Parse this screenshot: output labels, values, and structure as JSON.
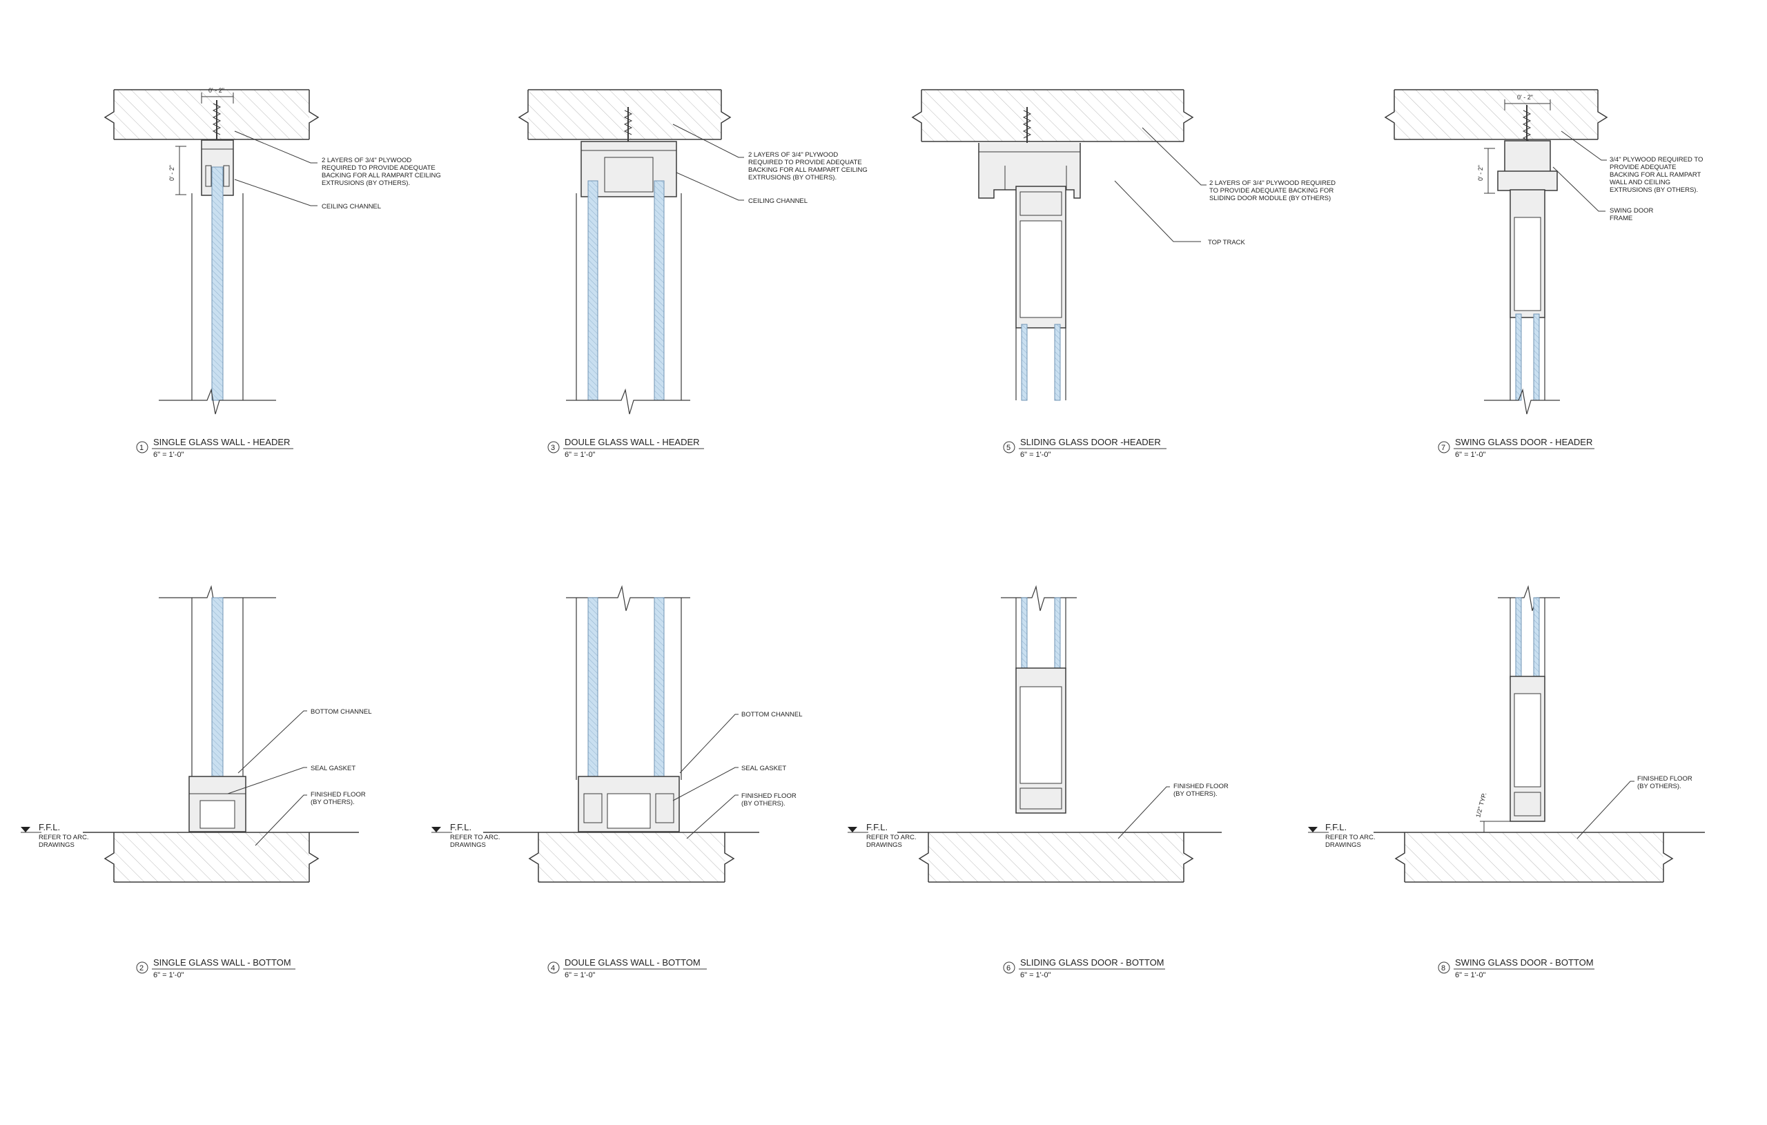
{
  "details": [
    {
      "num": "1",
      "title": "SINGLE GLASS WALL - HEADER",
      "scale": "6\" = 1'-0\"",
      "kind": "header",
      "type": "single",
      "dim": "0' - 2\"",
      "dim_v": "0' - 2\"",
      "notes": [
        {
          "lines": [
            "2 LAYERS OF 3/4\" PLYWOOD",
            "REQUIRED TO PROVIDE ADEQUATE",
            "BACKING FOR ALL RAMPART CEILING",
            "EXTRUSIONS (BY OTHERS)."
          ]
        },
        {
          "lines": [
            "CEILING CHANNEL"
          ]
        }
      ]
    },
    {
      "num": "3",
      "title": "DOULE GLASS WALL - HEADER",
      "scale": "6\" = 1'-0\"",
      "kind": "header",
      "type": "double",
      "notes": [
        {
          "lines": [
            "2 LAYERS OF 3/4\" PLYWOOD",
            "REQUIRED TO PROVIDE ADEQUATE",
            "BACKING FOR ALL RAMPART CEILING",
            "EXTRUSIONS (BY OTHERS)."
          ]
        },
        {
          "lines": [
            "CEILING CHANNEL"
          ]
        }
      ]
    },
    {
      "num": "5",
      "title": "SLIDING GLASS DOOR -HEADER",
      "scale": "6\" = 1'-0\"",
      "kind": "header",
      "type": "sliding",
      "notes": [
        {
          "lines": [
            "2 LAYERS OF 3/4\" PLYWOOD REQUIRED",
            "TO PROVIDE ADEQUATE BACKING FOR",
            "SLIDING DOOR MODULE (BY OTHERS)"
          ]
        },
        {
          "lines": [
            "TOP TRACK"
          ]
        }
      ]
    },
    {
      "num": "7",
      "title": "SWING GLASS DOOR - HEADER",
      "scale": "6\" = 1'-0\"",
      "kind": "header",
      "type": "swing",
      "dim": "0' - 2\"",
      "dim_v": "0' - 2\"",
      "notes": [
        {
          "lines": [
            "3/4\" PLYWOOD REQUIRED TO",
            "PROVIDE ADEQUATE",
            "BACKING FOR ALL RAMPART",
            "WALL AND CEILING",
            "EXTRUSIONS (BY OTHERS)."
          ]
        },
        {
          "lines": [
            "SWING DOOR",
            "FRAME"
          ]
        }
      ]
    },
    {
      "num": "2",
      "title": "SINGLE GLASS WALL - BOTTOM",
      "scale": "6\" = 1'-0\"",
      "kind": "bottom",
      "type": "single",
      "ffl": [
        "F.F.L.",
        "REFER TO ARC.",
        "DRAWINGS"
      ],
      "notes": [
        {
          "lines": [
            "BOTTOM CHANNEL"
          ]
        },
        {
          "lines": [
            "SEAL GASKET"
          ]
        },
        {
          "lines": [
            "FINISHED FLOOR",
            "(BY OTHERS)."
          ]
        }
      ]
    },
    {
      "num": "4",
      "title": "DOULE GLASS WALL - BOTTOM",
      "scale": "6\" = 1'-0\"",
      "kind": "bottom",
      "type": "double",
      "ffl": [
        "F.F.L.",
        "REFER TO ARC.",
        "DRAWINGS"
      ],
      "notes": [
        {
          "lines": [
            "BOTTOM CHANNEL"
          ]
        },
        {
          "lines": [
            "SEAL GASKET"
          ]
        },
        {
          "lines": [
            "FINISHED FLOOR",
            "(BY OTHERS)."
          ]
        }
      ]
    },
    {
      "num": "6",
      "title": "SLIDING GLASS DOOR - BOTTOM",
      "scale": "6\" = 1'-0\"",
      "kind": "bottom",
      "type": "sliding",
      "ffl": [
        "F.F.L.",
        "REFER TO ARC.",
        "DRAWINGS"
      ],
      "notes": [
        {
          "lines": [
            "FINISHED FLOOR",
            "(BY OTHERS)."
          ]
        }
      ]
    },
    {
      "num": "8",
      "title": "SWING GLASS DOOR - BOTTOM",
      "scale": "6\" = 1'-0\"",
      "kind": "bottom",
      "type": "swing",
      "ffl": [
        "F.F.L.",
        "REFER TO ARC.",
        "DRAWINGS"
      ],
      "dim": "1/2\" TYP.",
      "notes": [
        {
          "lines": [
            "FINISHED FLOOR",
            "(BY OTHERS)."
          ]
        }
      ]
    }
  ],
  "colors": {
    "line": "#3a3a3a",
    "hatch": "#b8b8b8",
    "glass": "#c9dff0",
    "glass_edge": "#6f93b3",
    "frame": "#eeeeee"
  }
}
